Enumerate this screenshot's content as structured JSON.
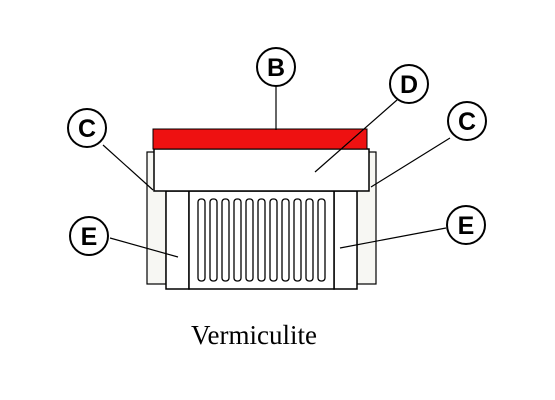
{
  "diagram": {
    "caption": "Vermiculite",
    "labels": {
      "b": "B",
      "d": "D",
      "c_left": "C",
      "c_right": "C",
      "e_left": "E",
      "e_right": "E"
    },
    "colors": {
      "top_plate": "#ee1111",
      "outline": "#000000",
      "panel_fill": "#ffffff",
      "side_panel": "#f7f7f3"
    }
  }
}
